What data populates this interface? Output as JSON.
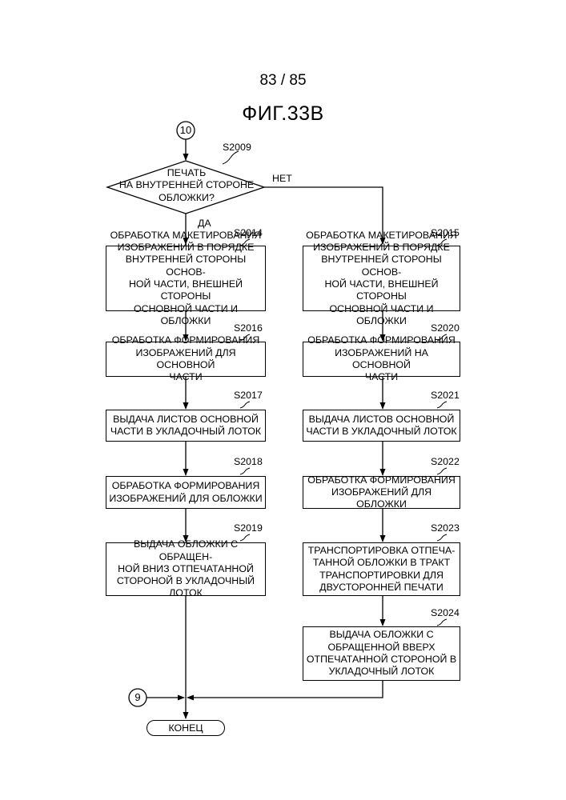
{
  "header": {
    "page_number": "83 / 85",
    "figure_title": "ФИГ.33B"
  },
  "connector_in": "10",
  "connector_out": "9",
  "decision": {
    "step": "S2009",
    "text": "ПЕЧАТЬ\nНА ВНУТРЕННЕЙ СТОРОНЕ\nОБЛОЖКИ?",
    "yes": "ДА",
    "no": "НЕТ"
  },
  "left_steps": [
    {
      "step": "S2014",
      "text": "ОБРАБОТКА МАКЕТИРОВАНИЯ\nИЗОБРАЖЕНИЙ В ПОРЯДКЕ\nВНУТРЕННЕЙ СТОРОНЫ ОСНОВ-\nНОЙ ЧАСТИ, ВНЕШНЕЙ СТОРОНЫ\nОСНОВНОЙ ЧАСТИ И ОБЛОЖКИ"
    },
    {
      "step": "S2016",
      "text": "ОБРАБОТКА ФОРМИРОВАНИЯ\nИЗОБРАЖЕНИЙ ДЛЯ ОСНОВНОЙ\nЧАСТИ"
    },
    {
      "step": "S2017",
      "text": "ВЫДАЧА ЛИСТОВ ОСНОВНОЙ\nЧАСТИ В УКЛАДОЧНЫЙ ЛОТОК"
    },
    {
      "step": "S2018",
      "text": "ОБРАБОТКА ФОРМИРОВАНИЯ\nИЗОБРАЖЕНИЙ ДЛЯ ОБЛОЖКИ"
    },
    {
      "step": "S2019",
      "text": "ВЫДАЧА ОБЛОЖКИ С ОБРАЩЕН-\nНОЙ ВНИЗ ОТПЕЧАТАННОЙ\nСТОРОНОЙ В УКЛАДОЧНЫЙ\nЛОТОК"
    }
  ],
  "right_steps": [
    {
      "step": "S2015",
      "text": "ОБРАБОТКА МАКЕТИРОВАНИЯ\nИЗОБРАЖЕНИЙ В ПОРЯДКЕ\nВНУТРЕННЕЙ СТОРОНЫ ОСНОВ-\nНОЙ ЧАСТИ, ВНЕШНЕЙ СТОРОНЫ\nОСНОВНОЙ ЧАСТИ И ОБЛОЖКИ"
    },
    {
      "step": "S2020",
      "text": "ОБРАБОТКА ФОРМИРОВАНИЯ\nИЗОБРАЖЕНИЙ НА ОСНОВНОЙ\nЧАСТИ"
    },
    {
      "step": "S2021",
      "text": "ВЫДАЧА ЛИСТОВ ОСНОВНОЙ\nЧАСТИ В УКЛАДОЧНЫЙ ЛОТОК"
    },
    {
      "step": "S2022",
      "text": "ОБРАБОТКА ФОРМИРОВАНИЯ\nИЗОБРАЖЕНИЙ ДЛЯ ОБЛОЖКИ"
    },
    {
      "step": "S2023",
      "text": "ТРАНСПОРТИРОВКА ОТПЕЧА-\nТАННОЙ ОБЛОЖКИ В ТРАКТ\nТРАНСПОРТИРОВКИ ДЛЯ\nДВУСТОРОННЕЙ ПЕЧАТИ"
    },
    {
      "step": "S2024",
      "text": "ВЫДАЧА ОБЛОЖКИ С\nОБРАЩЕННОЙ ВВЕРХ\nОТПЕЧАТАННОЙ СТОРОНОЙ В\nУКЛАДОЧНЫЙ ЛОТОК"
    }
  ],
  "terminal": "КОНЕЦ"
}
